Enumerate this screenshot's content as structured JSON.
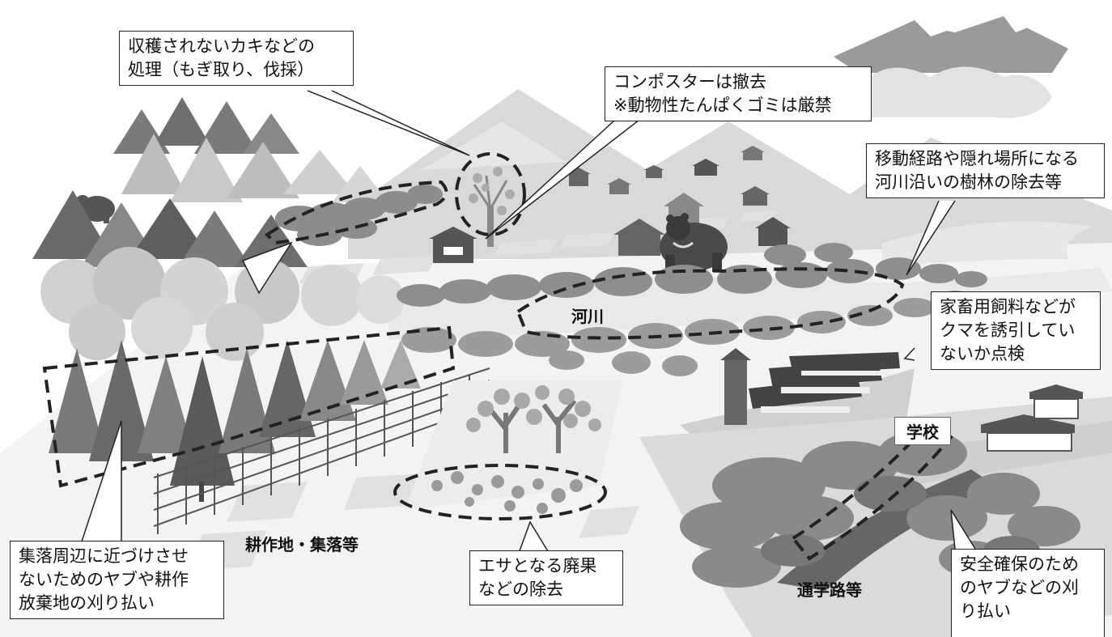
{
  "callouts": {
    "persimmon": [
      "収穫されないカキなどの",
      "処理（もぎ取り、伐採）"
    ],
    "composter": [
      "コンポスターは撤去",
      "※動物性たんぱくゴミは厳禁"
    ],
    "riverside": [
      "移動経路や隠れ場所になる",
      "河川沿いの樹林の除去等"
    ],
    "feed": [
      "家畜用飼料などが",
      "クマを誘引してい",
      "ないか点検"
    ],
    "brush": [
      "集落周辺に近づけさせ",
      "ないためのヤブや耕作",
      "放棄地の刈り払い"
    ],
    "fruit": [
      "エサとなる廃果",
      "などの除去"
    ],
    "safety": [
      "安全確保のため",
      "のヤブなどの刈",
      "り払い"
    ]
  },
  "places": {
    "river": "河川",
    "farmland": "耕作地・集落等",
    "school": "学校",
    "route": "通学路等"
  }
}
